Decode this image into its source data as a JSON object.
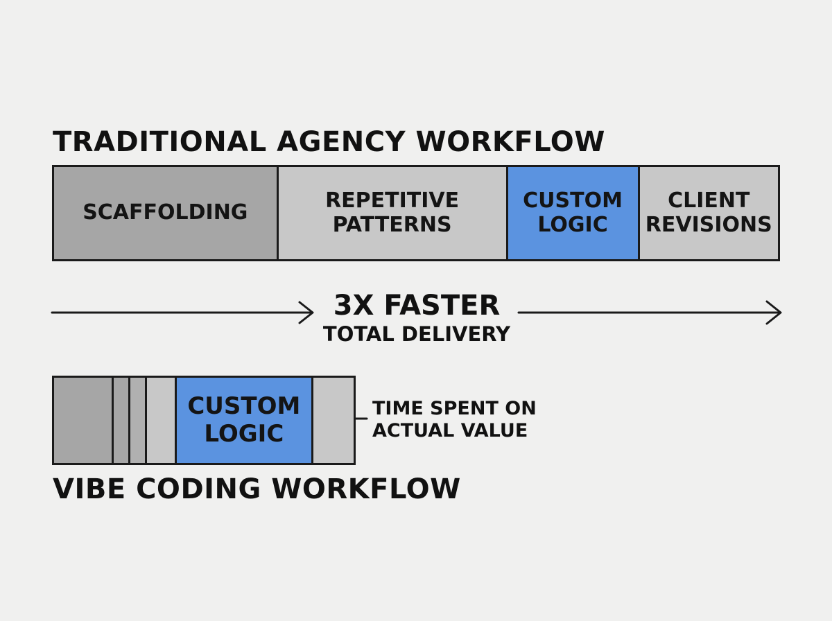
{
  "traditional": {
    "title": "TRADITIONAL AGENCY WORKFLOW",
    "segments": [
      {
        "label": "SCAFFOLDING",
        "share": 0.31,
        "color": "#a6a6a6"
      },
      {
        "label": "REPETITIVE\nPATTERNS",
        "share": 0.317,
        "color": "#c8c8c8"
      },
      {
        "label": "CUSTOM\nLOGIC",
        "share": 0.182,
        "color": "#5b93e0"
      },
      {
        "label": "CLIENT\nREVISIONS",
        "share": 0.191,
        "color": "#c8c8c8"
      }
    ]
  },
  "speedup": {
    "main": "3X FASTER",
    "sub": "TOTAL DELIVERY"
  },
  "vibe": {
    "title": "VIBE CODING WORKFLOW",
    "segments": [
      {
        "label": "",
        "share": 0.2,
        "color": "#a6a6a6"
      },
      {
        "label": "",
        "share": 0.055,
        "color": "#a6a6a6"
      },
      {
        "label": "",
        "share": 0.055,
        "color": "#b0b0b0"
      },
      {
        "label": "",
        "share": 0.1,
        "color": "#c8c8c8"
      },
      {
        "label": "CUSTOM\nLOGIC",
        "share": 0.455,
        "color": "#5b93e0"
      },
      {
        "label": "",
        "share": 0.135,
        "color": "#c8c8c8"
      }
    ],
    "annotation": "TIME SPENT ON\nACTUAL VALUE"
  }
}
